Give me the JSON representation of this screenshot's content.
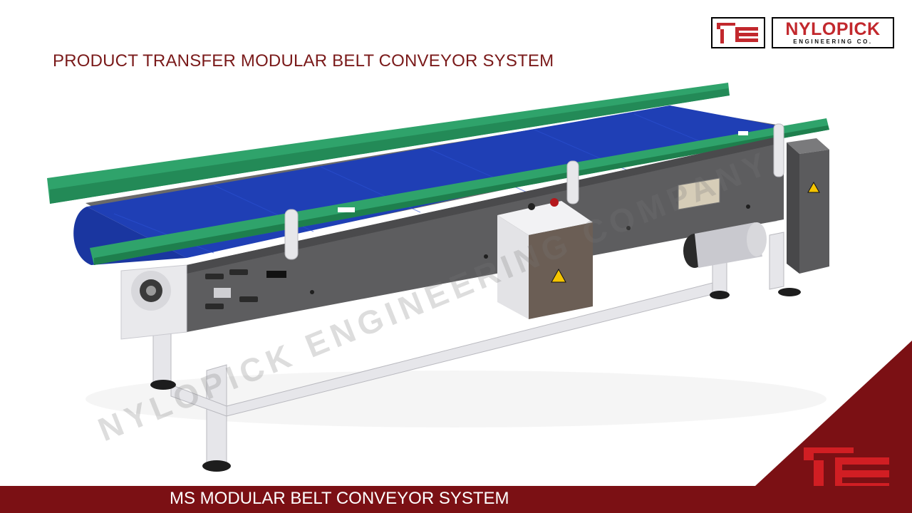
{
  "header": {
    "title": "PRODUCT TRANSFER MODULAR BELT CONVEYOR SYSTEM"
  },
  "brand": {
    "name": "NYLOPICK",
    "subtitle": "ENGINEERING CO."
  },
  "watermark": {
    "text": "NYLOPICK ENGINEERING COMPANY"
  },
  "footer": {
    "caption": "MS MODULAR BELT CONVEYOR SYSTEM"
  },
  "colors": {
    "brand_red": "#c2282d",
    "footer_band": "#7b1014",
    "belt_blue": "#1f3fb5",
    "guide_green": "#2fa36b",
    "frame_gray": "#5a5a5a",
    "stand_white": "#e8e8ea"
  },
  "icons": {
    "logo_mark": "te-monogram",
    "warning": "warning-sign"
  }
}
